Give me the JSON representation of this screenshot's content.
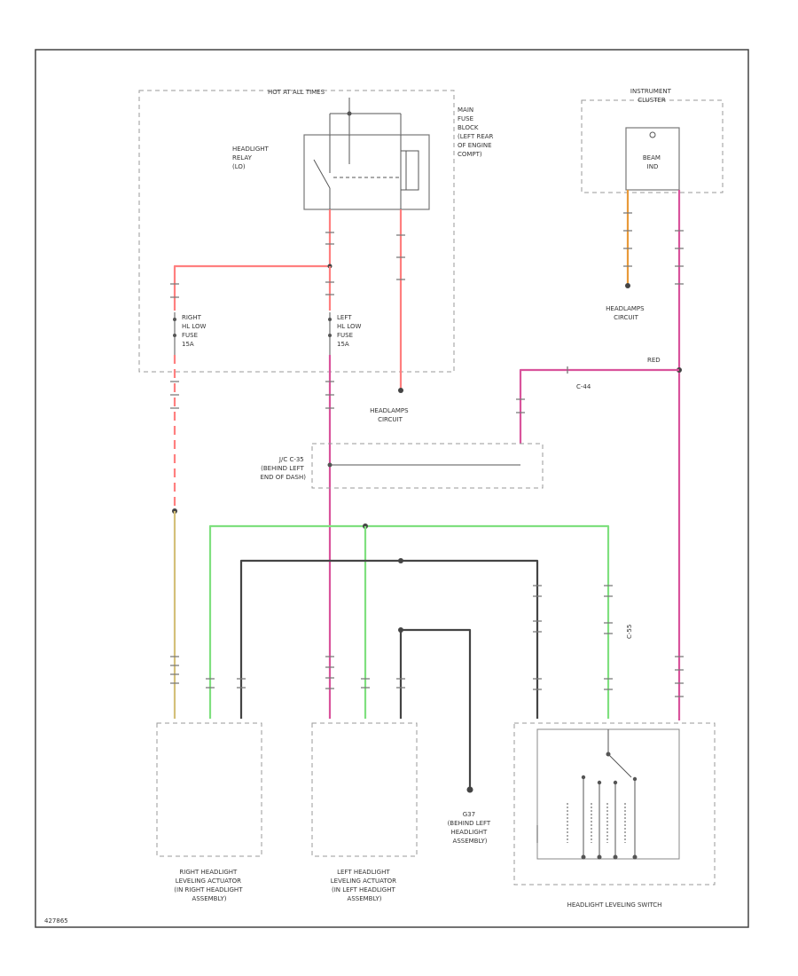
{
  "labels": {
    "hot_at_all_times": "HOT AT ALL TIMES",
    "main_fuse_block": [
      "MAIN",
      "FUSE",
      "BLOCK",
      "(LEFT REAR",
      "OF ENGINE",
      "COMPT)"
    ],
    "headlight_relay": [
      "HEADLIGHT",
      "RELAY",
      "(LO)"
    ],
    "right_fuse": [
      "RIGHT",
      "HL LOW",
      "FUSE",
      "15A"
    ],
    "left_fuse": [
      "LEFT",
      "HL LOW",
      "FUSE",
      "15A"
    ],
    "headlamps_circuit_1": [
      "HEADLAMPS",
      "CIRCUIT"
    ],
    "instrument_cluster": [
      "INSTRUMENT",
      "CLUSTER"
    ],
    "beam_ind": [
      "BEAM",
      "IND"
    ],
    "headlamps_circuit_2": [
      "HEADLAMPS",
      "CIRCUIT"
    ],
    "red_label": "RED",
    "junction_connector": [
      "J/C C-35",
      "(BEHIND LEFT",
      "END OF DASH)"
    ],
    "wire_c44": "C-44",
    "wire_c55": "C-55",
    "ground": [
      "G37",
      "(BEHIND LEFT",
      "HEADLIGHT",
      "ASSEMBLY)"
    ],
    "right_actuator": [
      "RIGHT HEADLIGHT",
      "LEVELING ACTUATOR",
      "(IN RIGHT HEADLIGHT",
      "ASSEMBLY)"
    ],
    "left_actuator": [
      "LEFT HEADLIGHT",
      "LEVELING ACTUATOR",
      "(IN LEFT HEADLIGHT",
      "ASSEMBLY)"
    ],
    "leveling_switch": "HEADLIGHT LEVELING SWITCH",
    "diagram_id": "427865"
  },
  "colors": {
    "pink": "#d9539c",
    "red": "#ff7f7f",
    "green": "#7fe07f",
    "black": "#444444",
    "orange": "#e89a3a",
    "tan": "#d4c07a",
    "dashed": "#999999"
  }
}
